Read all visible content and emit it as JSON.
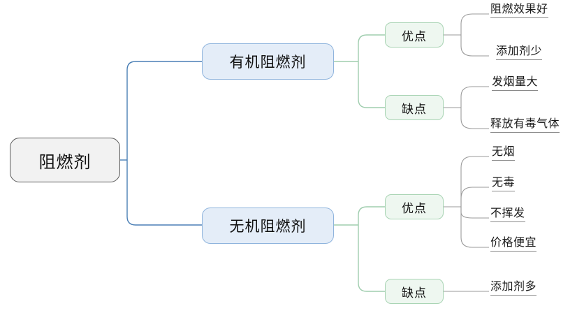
{
  "diagram": {
    "type": "mind-map",
    "title": "阻燃剂",
    "root": {
      "label": "阻燃剂"
    },
    "branches": [
      {
        "label": "有机阻燃剂",
        "categories": [
          {
            "label": "优点",
            "items": [
              "阻燃效果好",
              "添加剂少"
            ]
          },
          {
            "label": "缺点",
            "items": [
              "发烟量大",
              "释放有毒气体"
            ]
          }
        ]
      },
      {
        "label": "无机阻燃剂",
        "categories": [
          {
            "label": "优点",
            "items": [
              "无烟",
              "无毒",
              "不挥发",
              "价格便宜"
            ]
          },
          {
            "label": "缺点",
            "items": [
              "添加剂多"
            ]
          }
        ]
      }
    ],
    "colors": {
      "root_fill": "#f2f2f2",
      "root_stroke": "#595959",
      "branch_fill": "#e4edf8",
      "branch_stroke": "#8fb4dd",
      "sub_fill": "#eef7f0",
      "sub_stroke": "#a9d4b4",
      "connector_level1": "#4a7fb5",
      "connector_level2": "#9fcdae",
      "connector_level3": "#9a9a9a",
      "text": "#111111",
      "background": "#ffffff"
    }
  }
}
